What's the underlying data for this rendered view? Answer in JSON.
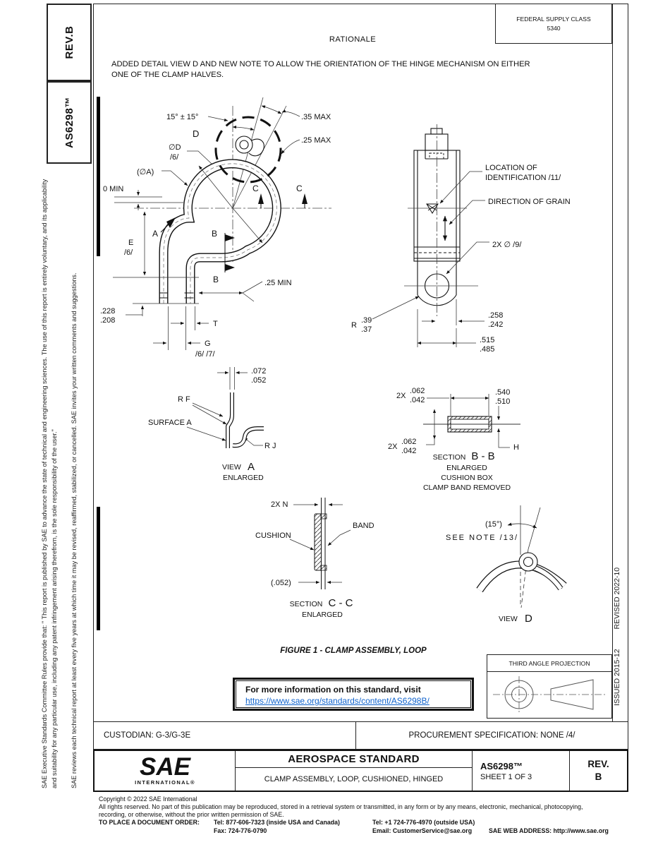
{
  "header": {
    "rev_line1": "REV.",
    "rev_line2": "B",
    "doc_code": "AS6298™",
    "fsc_line1": "FEDERAL SUPPLY CLASS",
    "fsc_line2": "5340",
    "rationale_title": "RATIONALE",
    "rationale_line1": "ADDED DETAIL VIEW D AND NEW NOTE TO ALLOW THE ORIENTATION OF THE HINGE MECHANISM ON EITHER",
    "rationale_line2": "ONE OF THE CLAMP HALVES."
  },
  "side": {
    "note1": "SAE Executive Standards Committee Rules provide that: \" This report is published by SAE to advance the state of technical and engineering sciences. The use of this report is entirely voluntary, and its applicability and suitability for any particular use, including any patent infringement arising therefrom, is the sole responsibility of the user.\"",
    "note2": "SAE reviews each technical report at least every five years at which time it may be revised, reaffirmed, stabilized, or cancelled. SAE invites your written comments and suggestions.",
    "issued": "ISSUED 2015-12",
    "revised": "REVISED 2022-10"
  },
  "drawing": {
    "caption": "FIGURE 1 - CLAMP ASSEMBLY, LOOP",
    "main": {
      "angle": "15° ± 15°",
      "max35": ".35 MAX",
      "max25": ".25 MAX",
      "d": "D",
      "dia_d": "∅D",
      "note6a": "/6/",
      "dia_a": "(∅A)",
      "zero_min": "0 MIN",
      "c": "C",
      "b": "B",
      "a": "A",
      "e": "E",
      "note6b": "/6/",
      "min25": ".25 MIN",
      "v228": ".228",
      "v208": ".208",
      "t": "T",
      "g": "G",
      "g_notes": "/6/ /7/"
    },
    "band": {
      "loc1": "LOCATION OF",
      "loc2": "IDENTIFICATION  /11/",
      "grain": "DIRECTION OF GRAIN",
      "holes": "2X ∅ /9/",
      "r": "R",
      "r39": ".39",
      "r37": ".37",
      "v258": ".258",
      "v242": ".242",
      "v515": ".515",
      "v485": ".485"
    },
    "view_a": {
      "v072": ".072",
      "v052": ".052",
      "rf": "R F",
      "surface": "SURFACE A",
      "rj": "R J",
      "view": "VIEW",
      "letter": "A",
      "enlarged": "ENLARGED"
    },
    "section_b": {
      "x2": "2X",
      "v062": ".062",
      "v042": ".042",
      "v540": ".540",
      "v510": ".510",
      "h": "H",
      "section": "SECTION",
      "letters": "B - B",
      "enlarged": "ENLARGED",
      "sub1": "CUSHION BOX",
      "sub2": "CLAMP BAND REMOVED"
    },
    "section_c": {
      "n": "2X N",
      "cushion": "CUSHION",
      "band": "BAND",
      "v052": "(.052)",
      "section": "SECTION",
      "letters": "C - C",
      "enlarged": "ENLARGED"
    },
    "view_d": {
      "angle": "(15°)",
      "note": "SEE NOTE /13/",
      "view": "VIEW",
      "letter": "D"
    }
  },
  "info_box": {
    "line1": "For more information on this standard, visit",
    "link": "https://www.sae.org/standards/content/AS6298B/"
  },
  "projection": {
    "title": "THIRD ANGLE PROJECTION"
  },
  "custodian_row": {
    "custodian": "CUSTODIAN: G-3/G-3E",
    "procurement": "PROCUREMENT SPECIFICATION: NONE /4/"
  },
  "title_block": {
    "logo": "SAE",
    "logo_sub": "INTERNATIONAL®",
    "type": "AEROSPACE STANDARD",
    "title": "CLAMP ASSEMBLY, LOOP, CUSHIONED, HINGED",
    "number": "AS6298™",
    "sheet": "SHEET 1 OF 3",
    "rev_label": "REV.",
    "rev_value": "B"
  },
  "footer": {
    "copyright": "Copyright © 2022 SAE International",
    "rights_line1": "All rights reserved. No part of this publication may be reproduced, stored in a retrieval system or transmitted, in any form or by any means, electronic, mechanical, photocopying,",
    "rights_line2": "recording, or otherwise, without the prior written permission of SAE.",
    "order_label": "TO PLACE A DOCUMENT ORDER:",
    "tel_inside": "Tel: 877-606-7323 (inside USA and Canada)",
    "tel_outside": "Tel: +1 724-776-4970 (outside USA)",
    "fax": "Fax: 724-776-0790",
    "email": "Email: CustomerService@sae.org",
    "web": "SAE WEB ADDRESS: http://www.sae.org"
  },
  "colors": {
    "sae_blue_dark": "#16477F",
    "sae_blue_light": "#2AA9E0",
    "link_blue": "#0F62CC"
  }
}
